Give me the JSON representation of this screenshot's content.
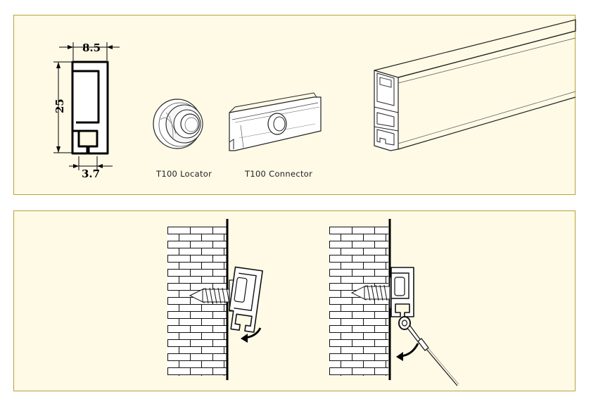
{
  "top_panel": {
    "dimensions": {
      "width": "8.5",
      "height": "25",
      "gap": "3.7"
    },
    "captions": {
      "locator": "T100 Locator",
      "connector": "T100 Connector"
    }
  },
  "bottom_panel": {}
}
